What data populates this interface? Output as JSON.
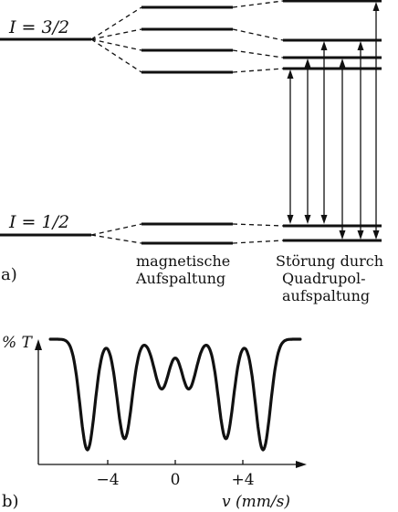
{
  "part_a": {
    "panel_label": "a)",
    "upper_state_label": "I = 3/2",
    "lower_state_label": "I = 1/2",
    "middle_caption": [
      "magnetische",
      "Aufspaltung"
    ],
    "right_caption": [
      "Störung durch",
      "Quadrupol-",
      "aufspaltung"
    ],
    "upper_sublevel_count": 4,
    "lower_sublevel_count": 2,
    "transition_count": 6
  },
  "part_b": {
    "panel_label": "b)",
    "y_axis_label": "% T",
    "x_axis_label": "v (mm/s)",
    "x_tick_labels": [
      "−4",
      "0",
      "+4"
    ],
    "chart_data": {
      "type": "line",
      "xlabel": "v (mm/s)",
      "ylabel": "% T",
      "x_ticks": [
        -4,
        0,
        4
      ],
      "absorption_lines": [
        {
          "v": -5.2,
          "depth": 1.0
        },
        {
          "v": -3.0,
          "depth": 0.9
        },
        {
          "v": -0.8,
          "depth": 0.45
        },
        {
          "v": 0.8,
          "depth": 0.45
        },
        {
          "v": 3.0,
          "depth": 0.9
        },
        {
          "v": 5.2,
          "depth": 1.0
        }
      ]
    }
  }
}
